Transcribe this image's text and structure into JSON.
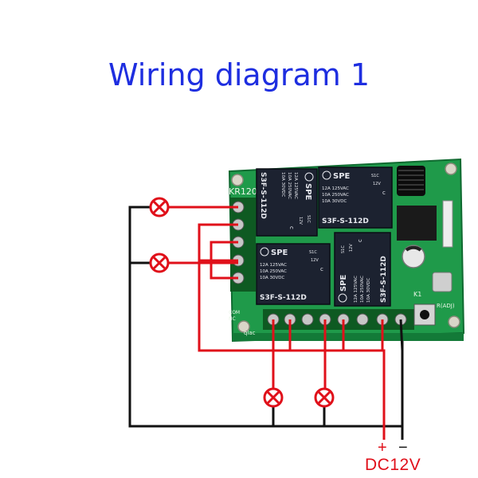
{
  "title": "Wiring diagram 1",
  "board": {
    "label": "KR120",
    "relays": [
      {
        "brand": "SPE",
        "code": "S1C",
        "volt": "12V",
        "r1": "12A 125VAC",
        "r2": "10A 250VAC",
        "r3": "10A 30VDC",
        "model": "S3F-S-112D",
        "pin": "c"
      },
      {
        "brand": "SPE",
        "code": "S1C",
        "volt": "12V",
        "r1": "12A 125VAC",
        "r2": "10A 250VAC",
        "r3": "10A 30VDC",
        "model": "S3F-S-112D",
        "pin": "c"
      },
      {
        "brand": "SPE",
        "code": "S1C",
        "volt": "12V",
        "r1": "12A 125VAC",
        "r2": "10A 250VAC",
        "r3": "10A 30VDC",
        "model": "S3F-S-112D",
        "pin": "c"
      },
      {
        "brand": "SPE",
        "code": "S1C",
        "volt": "12V",
        "r1": "12A 125VAC",
        "r2": "10A 250VAC",
        "r3": "10A 30VDC",
        "model": "S3F-S-112D",
        "pin": "c"
      }
    ],
    "silk": {
      "k1": "K1",
      "adj": "R(ADJ)",
      "com": "COM",
      "nc": "NC",
      "bottom": "qlac"
    }
  },
  "power": {
    "label": "DC12V",
    "plus": "+",
    "minus": "−"
  },
  "colors": {
    "title": "#1e2ee0",
    "wire_red": "#e0101a",
    "wire_black": "#111111",
    "pcb": "#1f9a4a",
    "relay": "#1c2230"
  }
}
